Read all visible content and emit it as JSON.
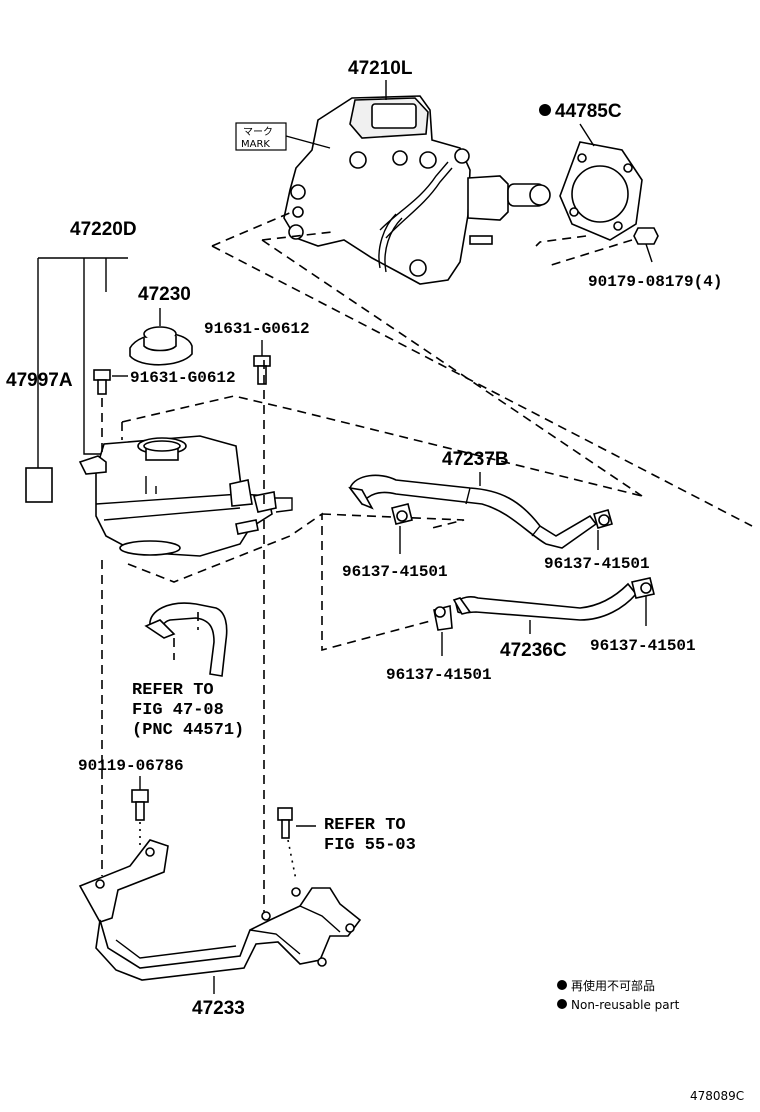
{
  "labels": {
    "booster_assy": "47210L",
    "gasket": "44785C",
    "nut": "90179-08179(4)",
    "reservoir_assy": "47220D",
    "cap": "47230",
    "label_plate": "47997A",
    "screw_upper": "91631-G0612",
    "screw_left": "91631-G0612",
    "hose_upper": "47237B",
    "clamp_a": "96137-41501",
    "clamp_b": "96137-41501",
    "clamp_c": "96137-41501",
    "hose_lower": "47236C",
    "clamp_d": "96137-41501",
    "bolt": "90119-06786",
    "bracket": "47233",
    "mark_jp": "マーク",
    "mark_en": "MARK"
  },
  "refs": {
    "fig_4708": [
      "REFER TO",
      "FIG 47-08",
      "(PNC 44571)"
    ],
    "fig_5503": [
      "REFER TO",
      "FIG 55-03"
    ]
  },
  "legend": {
    "jp": "再使用不可部品",
    "en": "Non-reusable part"
  },
  "diagram_id": "478089C"
}
